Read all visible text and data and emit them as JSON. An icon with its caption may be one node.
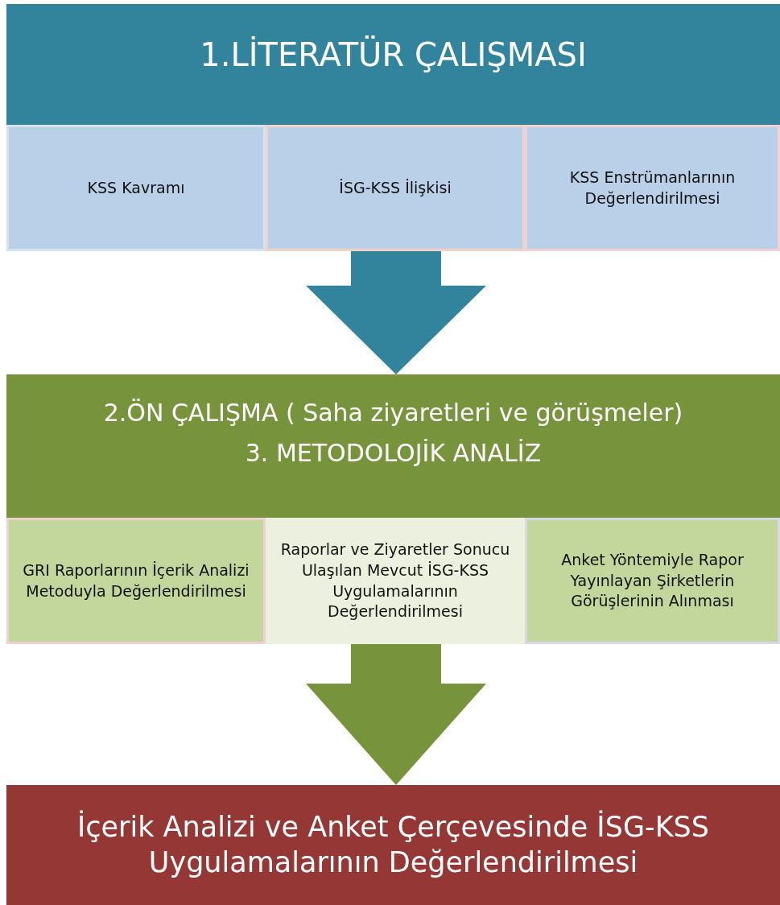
{
  "diagram": {
    "nodes": [
      {
        "text": [
          "1.LİTERATÜR ÇALIŞMASI"
        ]
      },
      {
        "text": [
          "KSS Kavramı"
        ],
        "in": 0
      },
      {
        "text": [
          "İSG-KSS İlişkisi"
        ],
        "in": 0
      },
      {
        "text": [
          "KSS Enstrümanlarının Değerlendirilmesi"
        ],
        "in": 0
      },
      {
        "text": [
          "2.ÖN ÇALIŞMA ( Saha ziyaretleri ve görüşmeler)",
          "3. METODOLOJİK ANALİZ"
        ]
      },
      {
        "text": [
          "GRI Raporlarının İçerik Analizi Metoduyla Değerlendirilmesi"
        ],
        "in": 4
      },
      {
        "text": [
          "Raporlar ve Ziyaretler Sonucu Ulaşılan Mevcut İSG-KSS Uygulamalarının Değerlendirilmesi"
        ],
        "in": 4
      },
      {
        "text": [
          "Anket Yöntemiyle Rapor Yayınlayan  Şirketlerin Görüşlerinin  Alınması"
        ],
        "in": 4
      },
      {
        "text": [
          "İçerik Analizi ve Anket Çerçevesinde İSG-KSS Uygulamalarının Değerlendirilmesi"
        ]
      }
    ],
    "edges": [
      {
        "from": 0,
        "to": 4,
        "arrow": "to",
        "style": "thick",
        "color": "#31849b"
      },
      {
        "from": 4,
        "to": 8,
        "arrow": "to",
        "style": "thick",
        "color": "#77933c"
      }
    ]
  }
}
